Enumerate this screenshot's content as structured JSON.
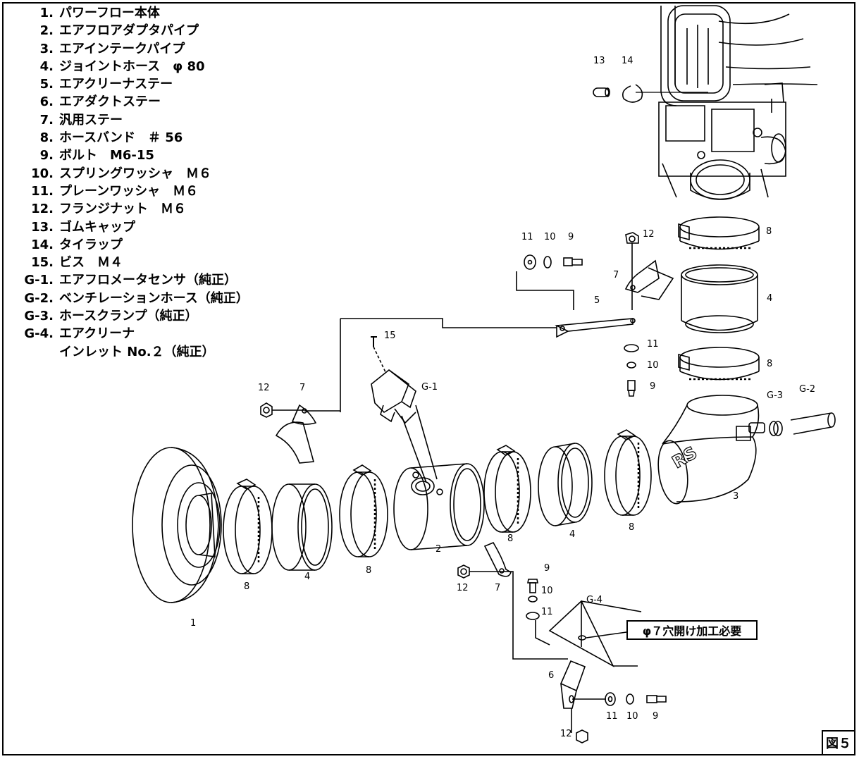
{
  "parts": [
    {
      "no": "1.",
      "name": "パワーフロー本体"
    },
    {
      "no": "2.",
      "name": "エアフロアダプタパイプ"
    },
    {
      "no": "3.",
      "name": "エアインテークパイプ"
    },
    {
      "no": "4.",
      "name": "ジョイントホース　φ 80"
    },
    {
      "no": "5.",
      "name": "エアクリーナステー"
    },
    {
      "no": "6.",
      "name": "エアダクトステー"
    },
    {
      "no": "7.",
      "name": "汎用ステー"
    },
    {
      "no": "8.",
      "name": "ホースバンド　＃ 56"
    },
    {
      "no": "9.",
      "name": "ボルト　M6-15"
    },
    {
      "no": "10.",
      "name": "スプリングワッシャ　Ｍ６"
    },
    {
      "no": "11.",
      "name": "プレーンワッシャ　Ｍ６"
    },
    {
      "no": "12.",
      "name": "フランジナット　Ｍ６"
    },
    {
      "no": "13.",
      "name": "ゴムキャップ"
    },
    {
      "no": "14.",
      "name": "タイラップ"
    },
    {
      "no": "15.",
      "name": "ビス　Ｍ４"
    },
    {
      "no": "G-1.",
      "name": "エアフロメータセンサ（純正）"
    },
    {
      "no": "G-2.",
      "name": "ベンチレーションホース（純正）"
    },
    {
      "no": "G-3.",
      "name": "ホースクランプ（純正）"
    },
    {
      "no": "G-4.",
      "name": "エアクリーナ"
    }
  ],
  "parts_continuation": "インレット No.２（純正）",
  "callouts": {
    "n13": "13",
    "n14": "14",
    "top_11": "11",
    "top_10": "10",
    "top_9": "9",
    "top_12": "12",
    "top_7": "7",
    "top_8a": "8",
    "top_5": "5",
    "top_4": "4",
    "mid_11": "11",
    "mid_10": "10",
    "mid_9": "9",
    "top_8b": "8",
    "g3": "G-3",
    "g2": "G-2",
    "n3": "3",
    "n15": "15",
    "g1": "G-1",
    "left_12": "12",
    "left_7": "7",
    "n1": "1",
    "n8a": "8",
    "n4a": "4",
    "n8b": "8",
    "n2": "2",
    "n8c": "8",
    "n4b": "4",
    "n8d": "8",
    "low_9": "9",
    "low_10": "10",
    "low_11": "11",
    "low_12": "12",
    "low_7": "7",
    "g4": "G-4",
    "n6": "6",
    "bot_11": "11",
    "bot_10": "10",
    "bot_9": "9",
    "bot_12": "12",
    "rs_logo": "RS"
  },
  "note": "φ７穴開け加工必要",
  "figure_label": "図５"
}
